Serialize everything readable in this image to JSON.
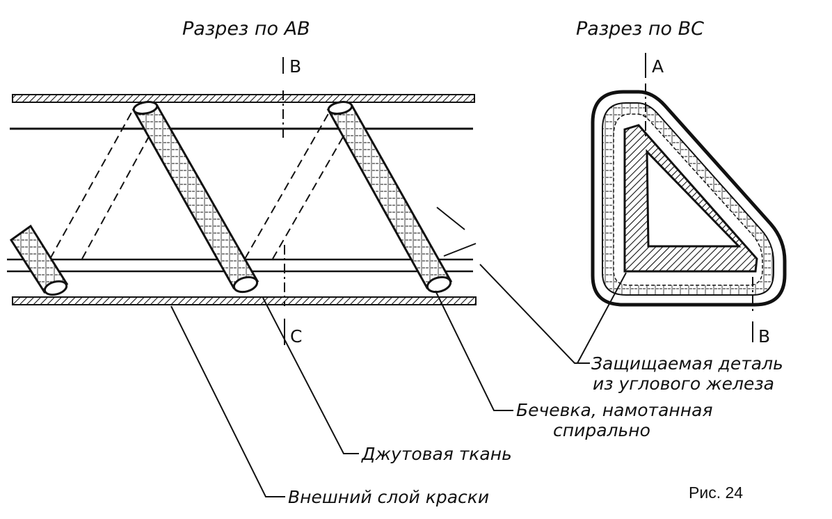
{
  "titles": {
    "section_ab": "Разрез по АВ",
    "section_bc": "Разрез по ВС"
  },
  "letters": {
    "b_top": "B",
    "c_bottom": "C",
    "a_top": "A",
    "b_bottom": "B"
  },
  "callouts": {
    "angle_iron_line1": "Защищаемая деталь",
    "angle_iron_line2": "из углового железа",
    "twine_line1": "Бечевка, намотанная",
    "twine_line2": "спирально",
    "jute": "Джутовая ткань",
    "paint": "Внешний слой краски"
  },
  "figure": {
    "caption": "Рис. 24"
  }
}
